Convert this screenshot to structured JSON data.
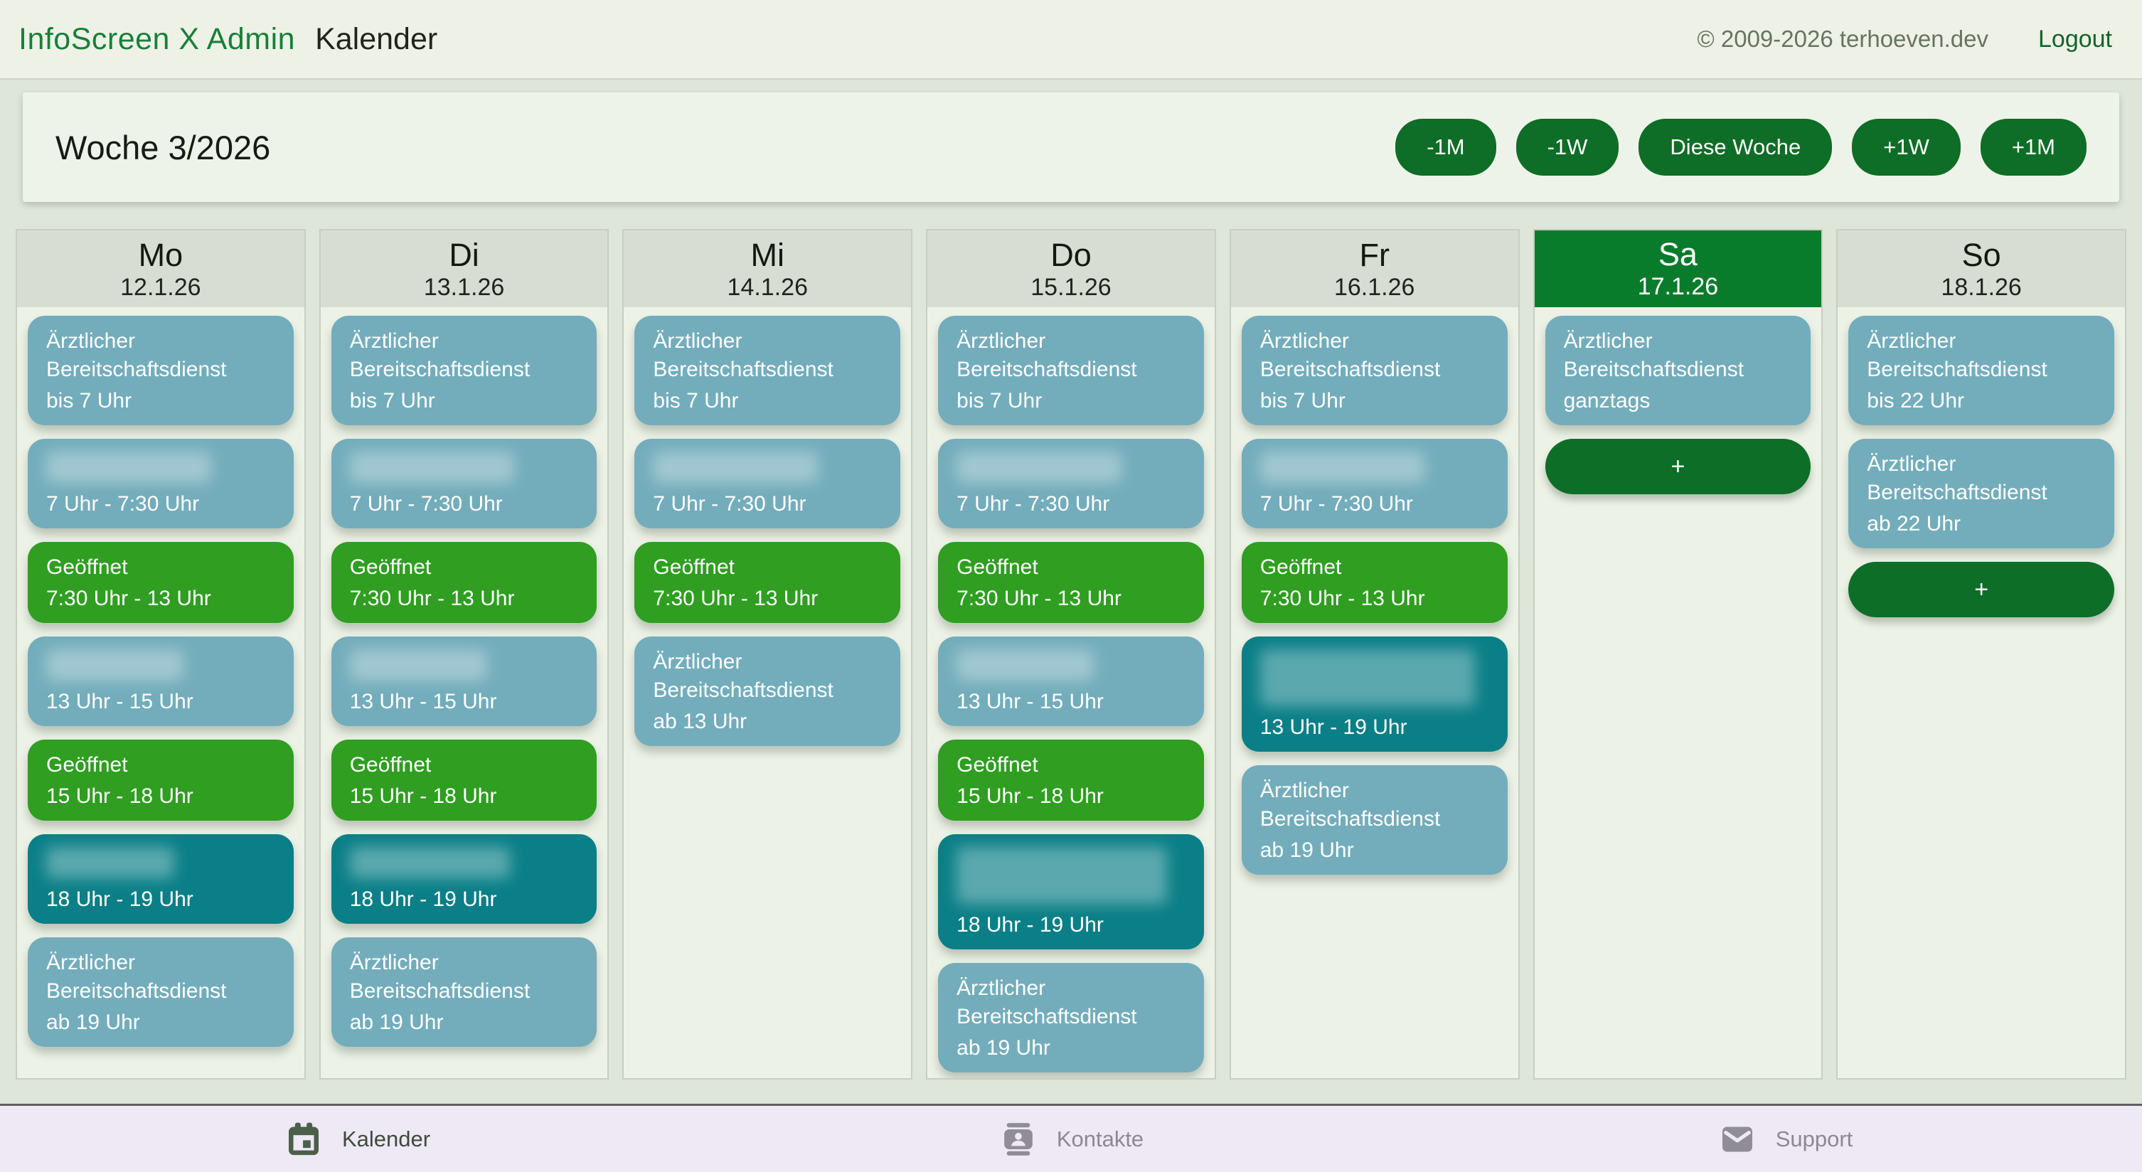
{
  "header": {
    "brand": "InfoScreen X Admin",
    "page_title": "Kalender",
    "copyright": "© 2009-2026 terhoeven.dev",
    "logout_label": "Logout"
  },
  "toolbar": {
    "week_title": "Woche 3/2026",
    "buttons": [
      "-1M",
      "-1W",
      "Diese Woche",
      "+1W",
      "+1M"
    ]
  },
  "calendar": {
    "days": [
      {
        "name": "Mo",
        "date": "12.1.26",
        "selected": false,
        "events": [
          {
            "kind": "service",
            "title": "Ärztlicher Bereitschaftsdienst",
            "time": "bis 7 Uhr",
            "color": "teal"
          },
          {
            "kind": "redacted",
            "time": "7 Uhr - 7:30 Uhr",
            "color": "teal",
            "blur_lines": 1,
            "blur_width": 72
          },
          {
            "kind": "open",
            "title": "Geöffnet",
            "time": "7:30 Uhr - 13 Uhr",
            "color": "green"
          },
          {
            "kind": "redacted",
            "time": "13 Uhr - 15 Uhr",
            "color": "teal",
            "blur_lines": 1,
            "blur_width": 60
          },
          {
            "kind": "open",
            "title": "Geöffnet",
            "time": "15 Uhr - 18 Uhr",
            "color": "green"
          },
          {
            "kind": "redacted",
            "time": "18 Uhr - 19 Uhr",
            "color": "darkteal",
            "blur_lines": 1,
            "blur_width": 56
          },
          {
            "kind": "service",
            "title": "Ärztlicher Bereitschaftsdienst",
            "time": "ab 19 Uhr",
            "color": "teal"
          }
        ]
      },
      {
        "name": "Di",
        "date": "13.1.26",
        "selected": false,
        "events": [
          {
            "kind": "service",
            "title": "Ärztlicher Bereitschaftsdienst",
            "time": "bis 7 Uhr",
            "color": "teal"
          },
          {
            "kind": "redacted",
            "time": "7 Uhr - 7:30 Uhr",
            "color": "teal",
            "blur_lines": 1,
            "blur_width": 72
          },
          {
            "kind": "open",
            "title": "Geöffnet",
            "time": "7:30 Uhr - 13 Uhr",
            "color": "green"
          },
          {
            "kind": "redacted",
            "time": "13 Uhr - 15 Uhr",
            "color": "teal",
            "blur_lines": 1,
            "blur_width": 60
          },
          {
            "kind": "open",
            "title": "Geöffnet",
            "time": "15 Uhr - 18 Uhr",
            "color": "green"
          },
          {
            "kind": "redacted",
            "time": "18 Uhr - 19 Uhr",
            "color": "darkteal",
            "blur_lines": 1,
            "blur_width": 70
          },
          {
            "kind": "service",
            "title": "Ärztlicher Bereitschaftsdienst",
            "time": "ab 19 Uhr",
            "color": "teal"
          }
        ]
      },
      {
        "name": "Mi",
        "date": "14.1.26",
        "selected": false,
        "events": [
          {
            "kind": "service",
            "title": "Ärztlicher Bereitschaftsdienst",
            "time": "bis 7 Uhr",
            "color": "teal"
          },
          {
            "kind": "redacted",
            "time": "7 Uhr - 7:30 Uhr",
            "color": "teal",
            "blur_lines": 1,
            "blur_width": 72
          },
          {
            "kind": "open",
            "title": "Geöffnet",
            "time": "7:30 Uhr - 13 Uhr",
            "color": "green"
          },
          {
            "kind": "service",
            "title": "Ärztlicher Bereitschaftsdienst",
            "time": "ab 13 Uhr",
            "color": "teal"
          }
        ]
      },
      {
        "name": "Do",
        "date": "15.1.26",
        "selected": false,
        "events": [
          {
            "kind": "service",
            "title": "Ärztlicher Bereitschaftsdienst",
            "time": "bis 7 Uhr",
            "color": "teal"
          },
          {
            "kind": "redacted",
            "time": "7 Uhr - 7:30 Uhr",
            "color": "teal",
            "blur_lines": 1,
            "blur_width": 72
          },
          {
            "kind": "open",
            "title": "Geöffnet",
            "time": "7:30 Uhr - 13 Uhr",
            "color": "green"
          },
          {
            "kind": "redacted",
            "time": "13 Uhr - 15 Uhr",
            "color": "teal",
            "blur_lines": 1,
            "blur_width": 60
          },
          {
            "kind": "open",
            "title": "Geöffnet",
            "time": "15 Uhr - 18 Uhr",
            "color": "green"
          },
          {
            "kind": "redacted",
            "time": "18 Uhr - 19 Uhr",
            "color": "darkteal",
            "blur_lines": 2,
            "blur_width": 92
          },
          {
            "kind": "service",
            "title": "Ärztlicher Bereitschaftsdienst",
            "time": "ab 19 Uhr",
            "color": "teal"
          }
        ]
      },
      {
        "name": "Fr",
        "date": "16.1.26",
        "selected": false,
        "events": [
          {
            "kind": "service",
            "title": "Ärztlicher Bereitschaftsdienst",
            "time": "bis 7 Uhr",
            "color": "teal"
          },
          {
            "kind": "redacted",
            "time": "7 Uhr - 7:30 Uhr",
            "color": "teal",
            "blur_lines": 1,
            "blur_width": 72
          },
          {
            "kind": "open",
            "title": "Geöffnet",
            "time": "7:30 Uhr - 13 Uhr",
            "color": "green"
          },
          {
            "kind": "redacted",
            "time": "13 Uhr - 19 Uhr",
            "color": "darkteal",
            "blur_lines": 2,
            "blur_width": 94
          },
          {
            "kind": "service",
            "title": "Ärztlicher Bereitschaftsdienst",
            "time": "ab 19 Uhr",
            "color": "teal"
          }
        ]
      },
      {
        "name": "Sa",
        "date": "17.1.26",
        "selected": true,
        "events": [
          {
            "kind": "service",
            "title": "Ärztlicher Bereitschaftsdienst",
            "time": "ganztags",
            "color": "teal"
          },
          {
            "kind": "add",
            "label": "+"
          }
        ]
      },
      {
        "name": "So",
        "date": "18.1.26",
        "selected": false,
        "events": [
          {
            "kind": "service",
            "title": "Ärztlicher Bereitschaftsdienst",
            "time": "bis 22 Uhr",
            "color": "teal"
          },
          {
            "kind": "service",
            "title": "Ärztlicher Bereitschaftsdienst",
            "time": "ab 22 Uhr",
            "color": "teal"
          },
          {
            "kind": "add",
            "label": "+"
          }
        ]
      }
    ]
  },
  "footer": {
    "items": [
      {
        "label": "Kalender",
        "icon": "calendar-icon",
        "active": true
      },
      {
        "label": "Kontakte",
        "icon": "contacts-icon",
        "active": false
      },
      {
        "label": "Support",
        "icon": "mail-icon",
        "active": false
      }
    ]
  },
  "colors": {
    "brand_green": "#178038",
    "button_green": "#0e6d26",
    "selected_day_green": "#097c2b",
    "event_teal": "#73adbb",
    "event_dark_teal": "#0b7f87",
    "event_green": "#2f9e21",
    "page_background": "#dee5d9",
    "footer_background": "#eee9f5"
  }
}
